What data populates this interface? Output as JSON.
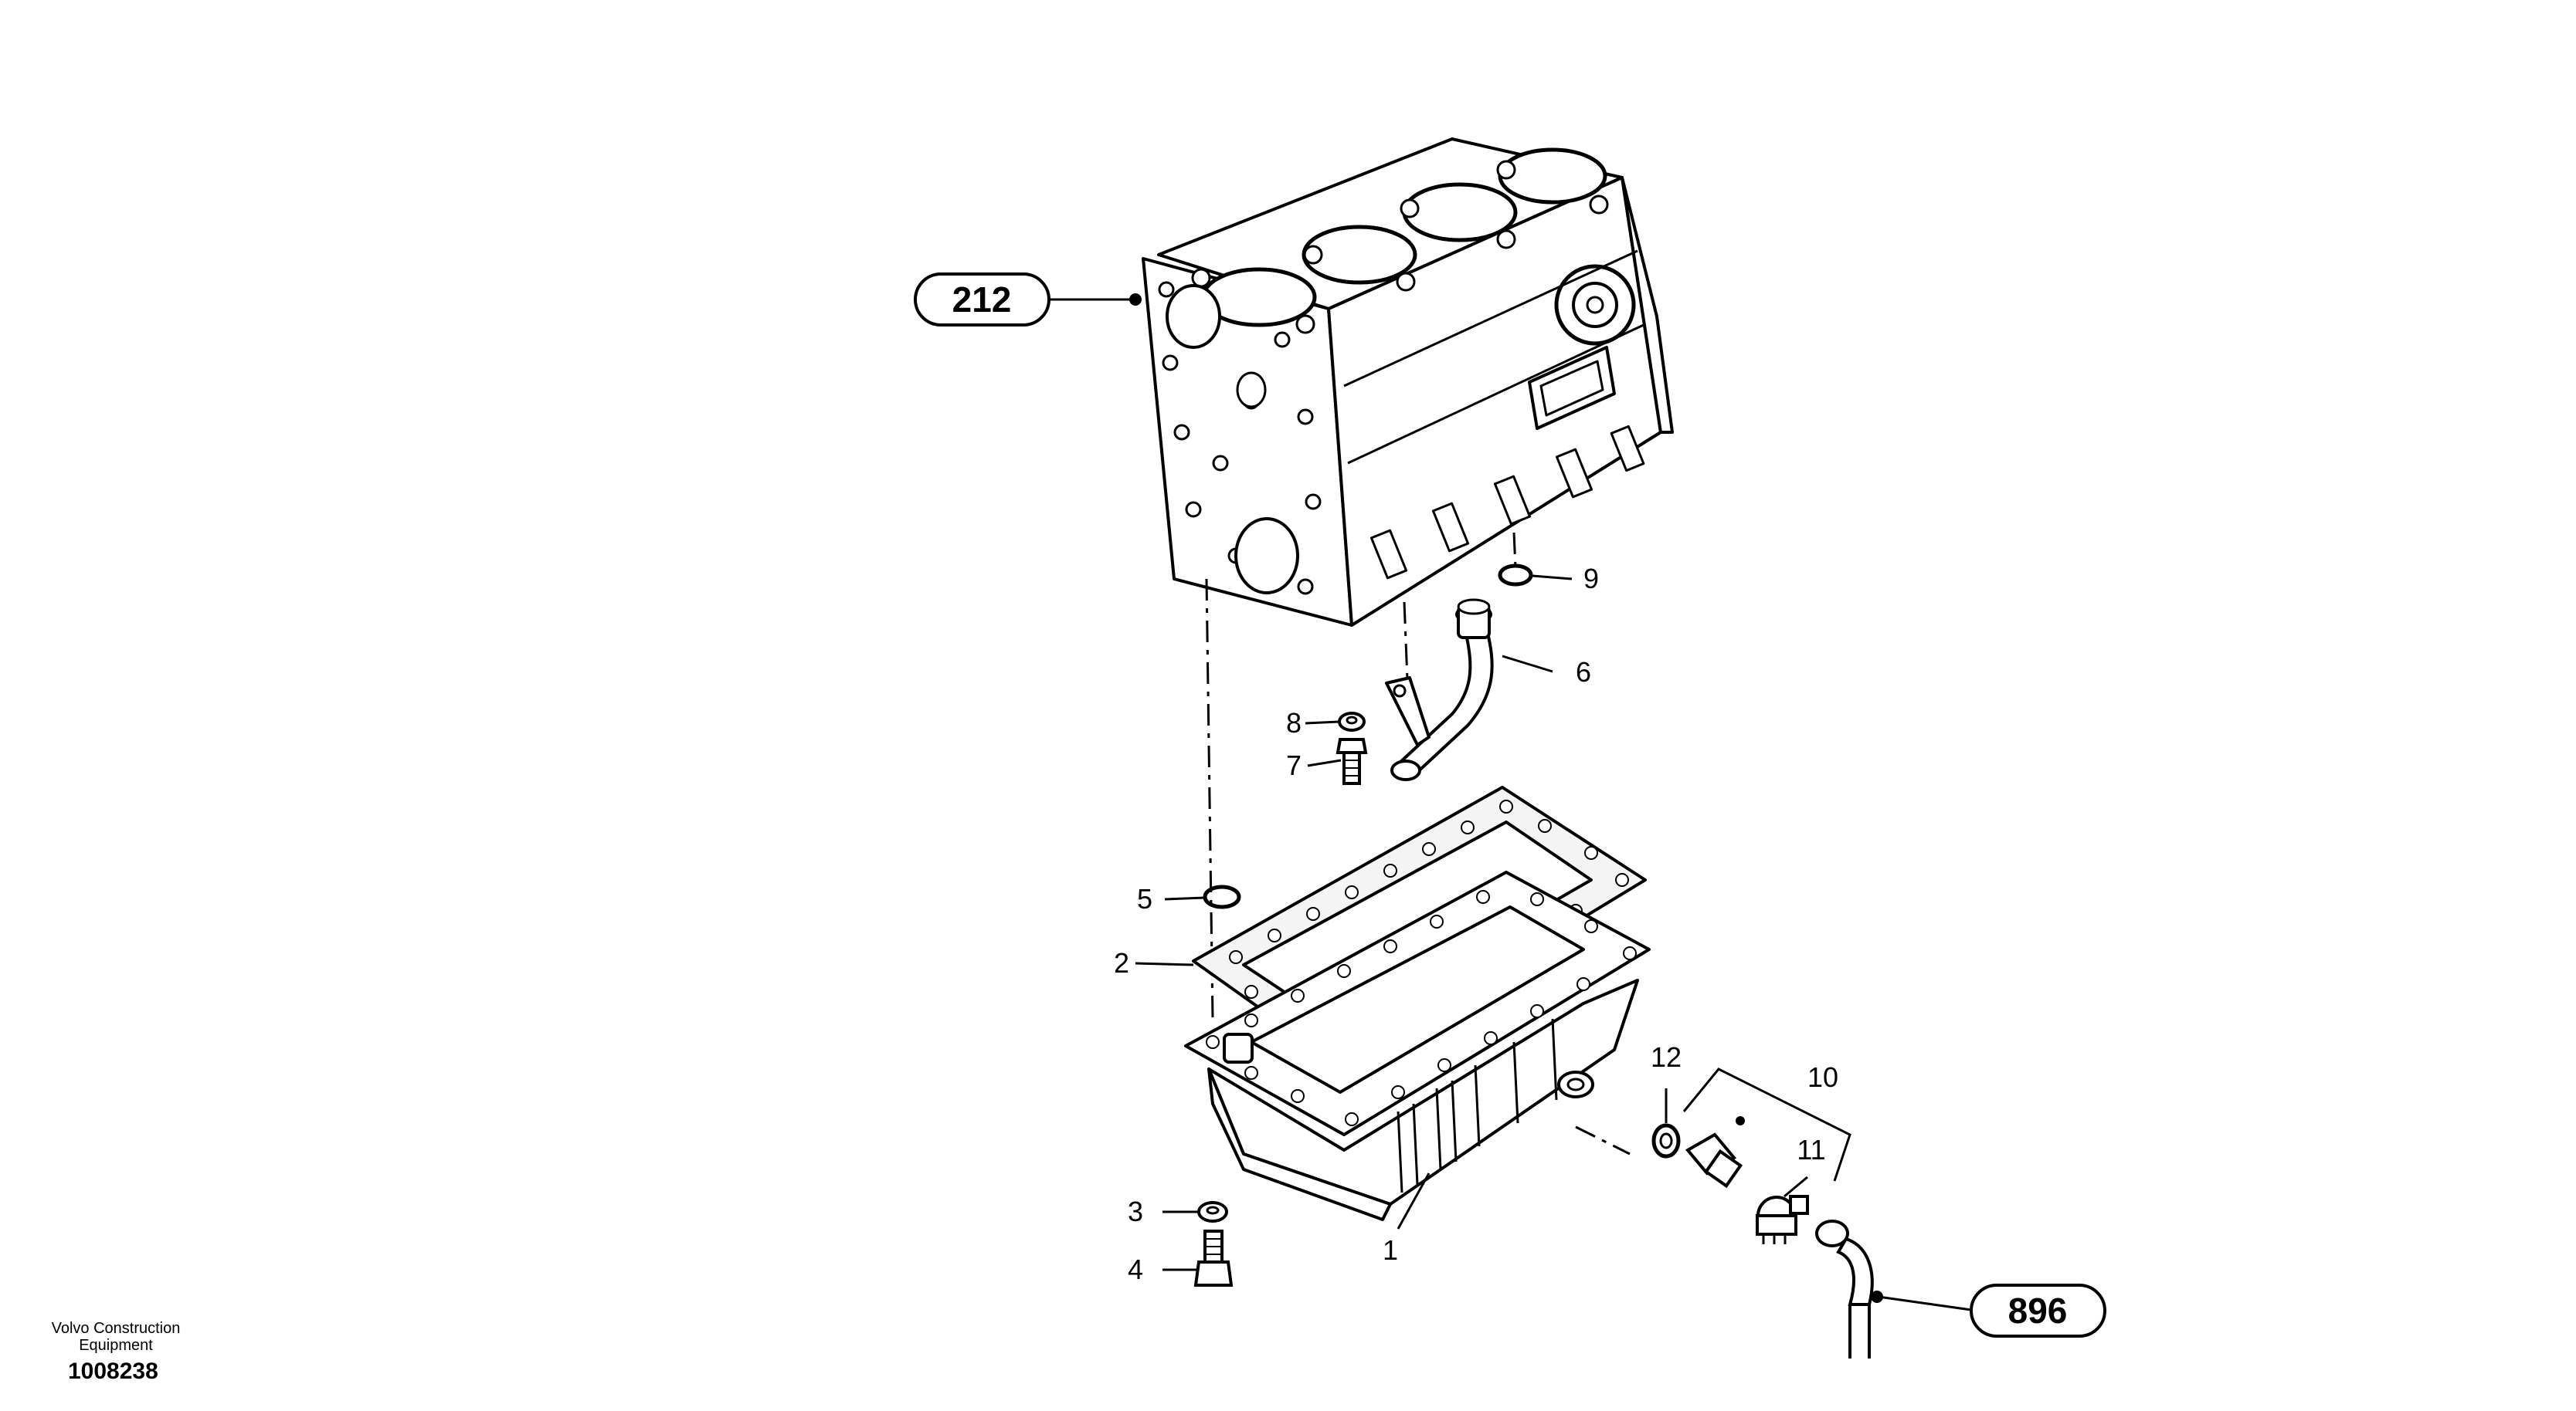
{
  "references": {
    "block": "212",
    "hose": "896"
  },
  "callouts": {
    "oil_pan": "1",
    "gasket": "2",
    "washer": "3",
    "drain_bolt": "4",
    "o_ring_pan": "5",
    "suction_pipe": "6",
    "bolt": "7",
    "bracket_washer": "8",
    "o_ring_pipe": "9",
    "sensor_kit": "10",
    "sensor": "11",
    "seal_ring": "12"
  },
  "footer": {
    "brand_line1": "Volvo Construction",
    "brand_line2": "Equipment",
    "document_number": "1008238"
  }
}
